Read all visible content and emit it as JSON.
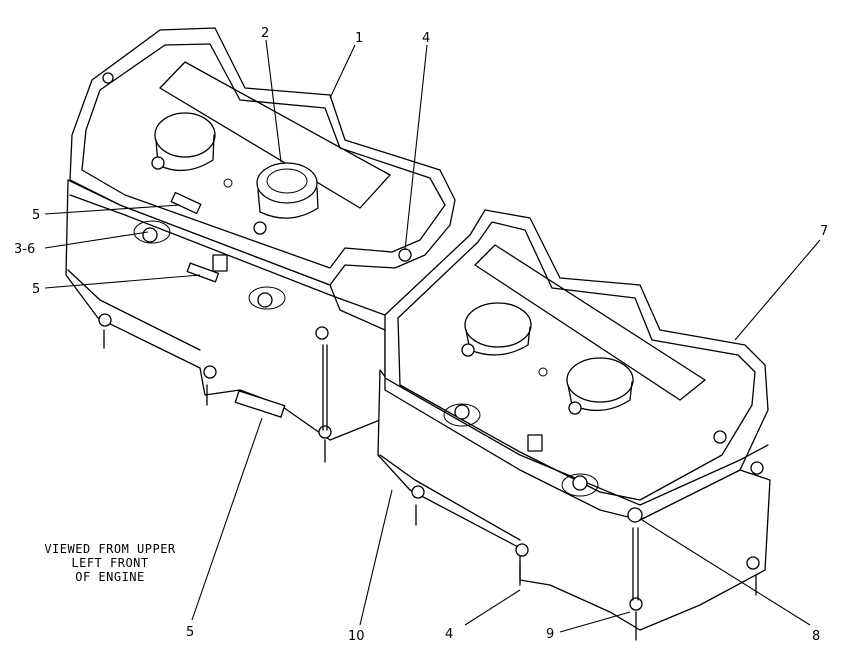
{
  "callouts": {
    "c1": "1",
    "c2": "2",
    "c4a": "4",
    "c5a": "5",
    "c36": "3-6",
    "c5b": "5",
    "c7": "7",
    "c5c": "5",
    "c10": "10",
    "c4b": "4",
    "c9": "9",
    "c8": "8"
  },
  "caption": {
    "line1": "VIEWED FROM UPPER",
    "line2": "LEFT FRONT",
    "line3": "OF ENGINE"
  }
}
